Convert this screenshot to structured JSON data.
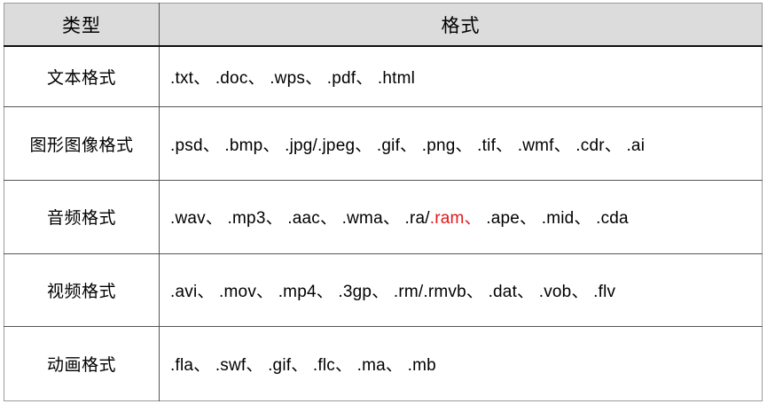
{
  "table": {
    "headers": [
      {
        "label": "类型"
      },
      {
        "label": "格式"
      }
    ],
    "rows": [
      {
        "type": "文本格式",
        "formats_text": ".txt、 .doc、 .wps、 .pdf、 .html",
        "segments": [
          {
            "text": ".txt、 .doc、 .wps、 .pdf、 .html",
            "highlight": false
          }
        ]
      },
      {
        "type": "图形图像格式",
        "formats_text": ".psd、 .bmp、 .jpg/.jpeg、 .gif、 .png、 .tif、 .wmf、 .cdr、 .ai",
        "segments": [
          {
            "text": ".psd、 .bmp、 .jpg/.jpeg、 .gif、 .png、 .tif、 .wmf、 .cdr、 .ai",
            "highlight": false
          }
        ]
      },
      {
        "type": "音频格式",
        "formats_text": ".wav、 .mp3、 .aac、 .wma、 .ra/.ram、 .ape、 .mid、 .cda",
        "segments": [
          {
            "text": ".wav、 .mp3、 .aac、 .wma、 .ra/",
            "highlight": false
          },
          {
            "text": ".ram、",
            "highlight": true
          },
          {
            "text": " .ape、 .mid、 .cda",
            "highlight": false
          }
        ]
      },
      {
        "type": "视频格式",
        "formats_text": ".avi、 .mov、 .mp4、 .3gp、 .rm/.rmvb、 .dat、 .vob、 .flv",
        "segments": [
          {
            "text": ".avi、 .mov、 .mp4、 .3gp、 .rm/.rmvb、 .dat、 .vob、 .flv",
            "highlight": false
          }
        ]
      },
      {
        "type": "动画格式",
        "formats_text": ".fla、 .swf、 .gif、 .flc、 .ma、 .mb",
        "segments": [
          {
            "text": ".fla、 .swf、 .gif、 .flc、 .ma、 .mb",
            "highlight": false
          }
        ]
      }
    ]
  },
  "colors": {
    "header_fill": "#dcdcdc",
    "grid_line": "#555555",
    "outer_border": "#9a9a9a",
    "header_rule": "#101010",
    "highlight_red": "#e0191c",
    "text": "#000000",
    "background": "#ffffff"
  }
}
